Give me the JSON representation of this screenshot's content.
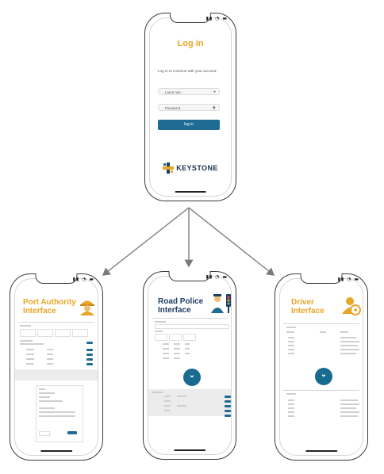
{
  "login": {
    "title": "Log in",
    "subtitle": "Log in to continue with your account.",
    "username_value": "Laura nan",
    "password_placeholder": "Password",
    "button_label": "log in",
    "brand": "KEYSTONE"
  },
  "interfaces": {
    "port": {
      "title_line1": "Port Authority",
      "title_line2": "Interface"
    },
    "police": {
      "title_line1": "Road Police",
      "title_line2": "Interface"
    },
    "driver": {
      "title_line1": "Driver",
      "title_line2": "Interface"
    }
  },
  "colors": {
    "accent_orange": "#e8a628",
    "primary_blue": "#1f6b93",
    "title_navy": "#1d3d66",
    "frame": "#3a3a3a",
    "arrow": "#7a7a7a"
  },
  "icons": {
    "brand_logo": "keystone-logo-icon",
    "port": "worker-hardhat-icon",
    "police": "police-officer-traffic-light-icon",
    "driver": "driver-wheel-icon",
    "scroll": "chevron-down-icon"
  }
}
